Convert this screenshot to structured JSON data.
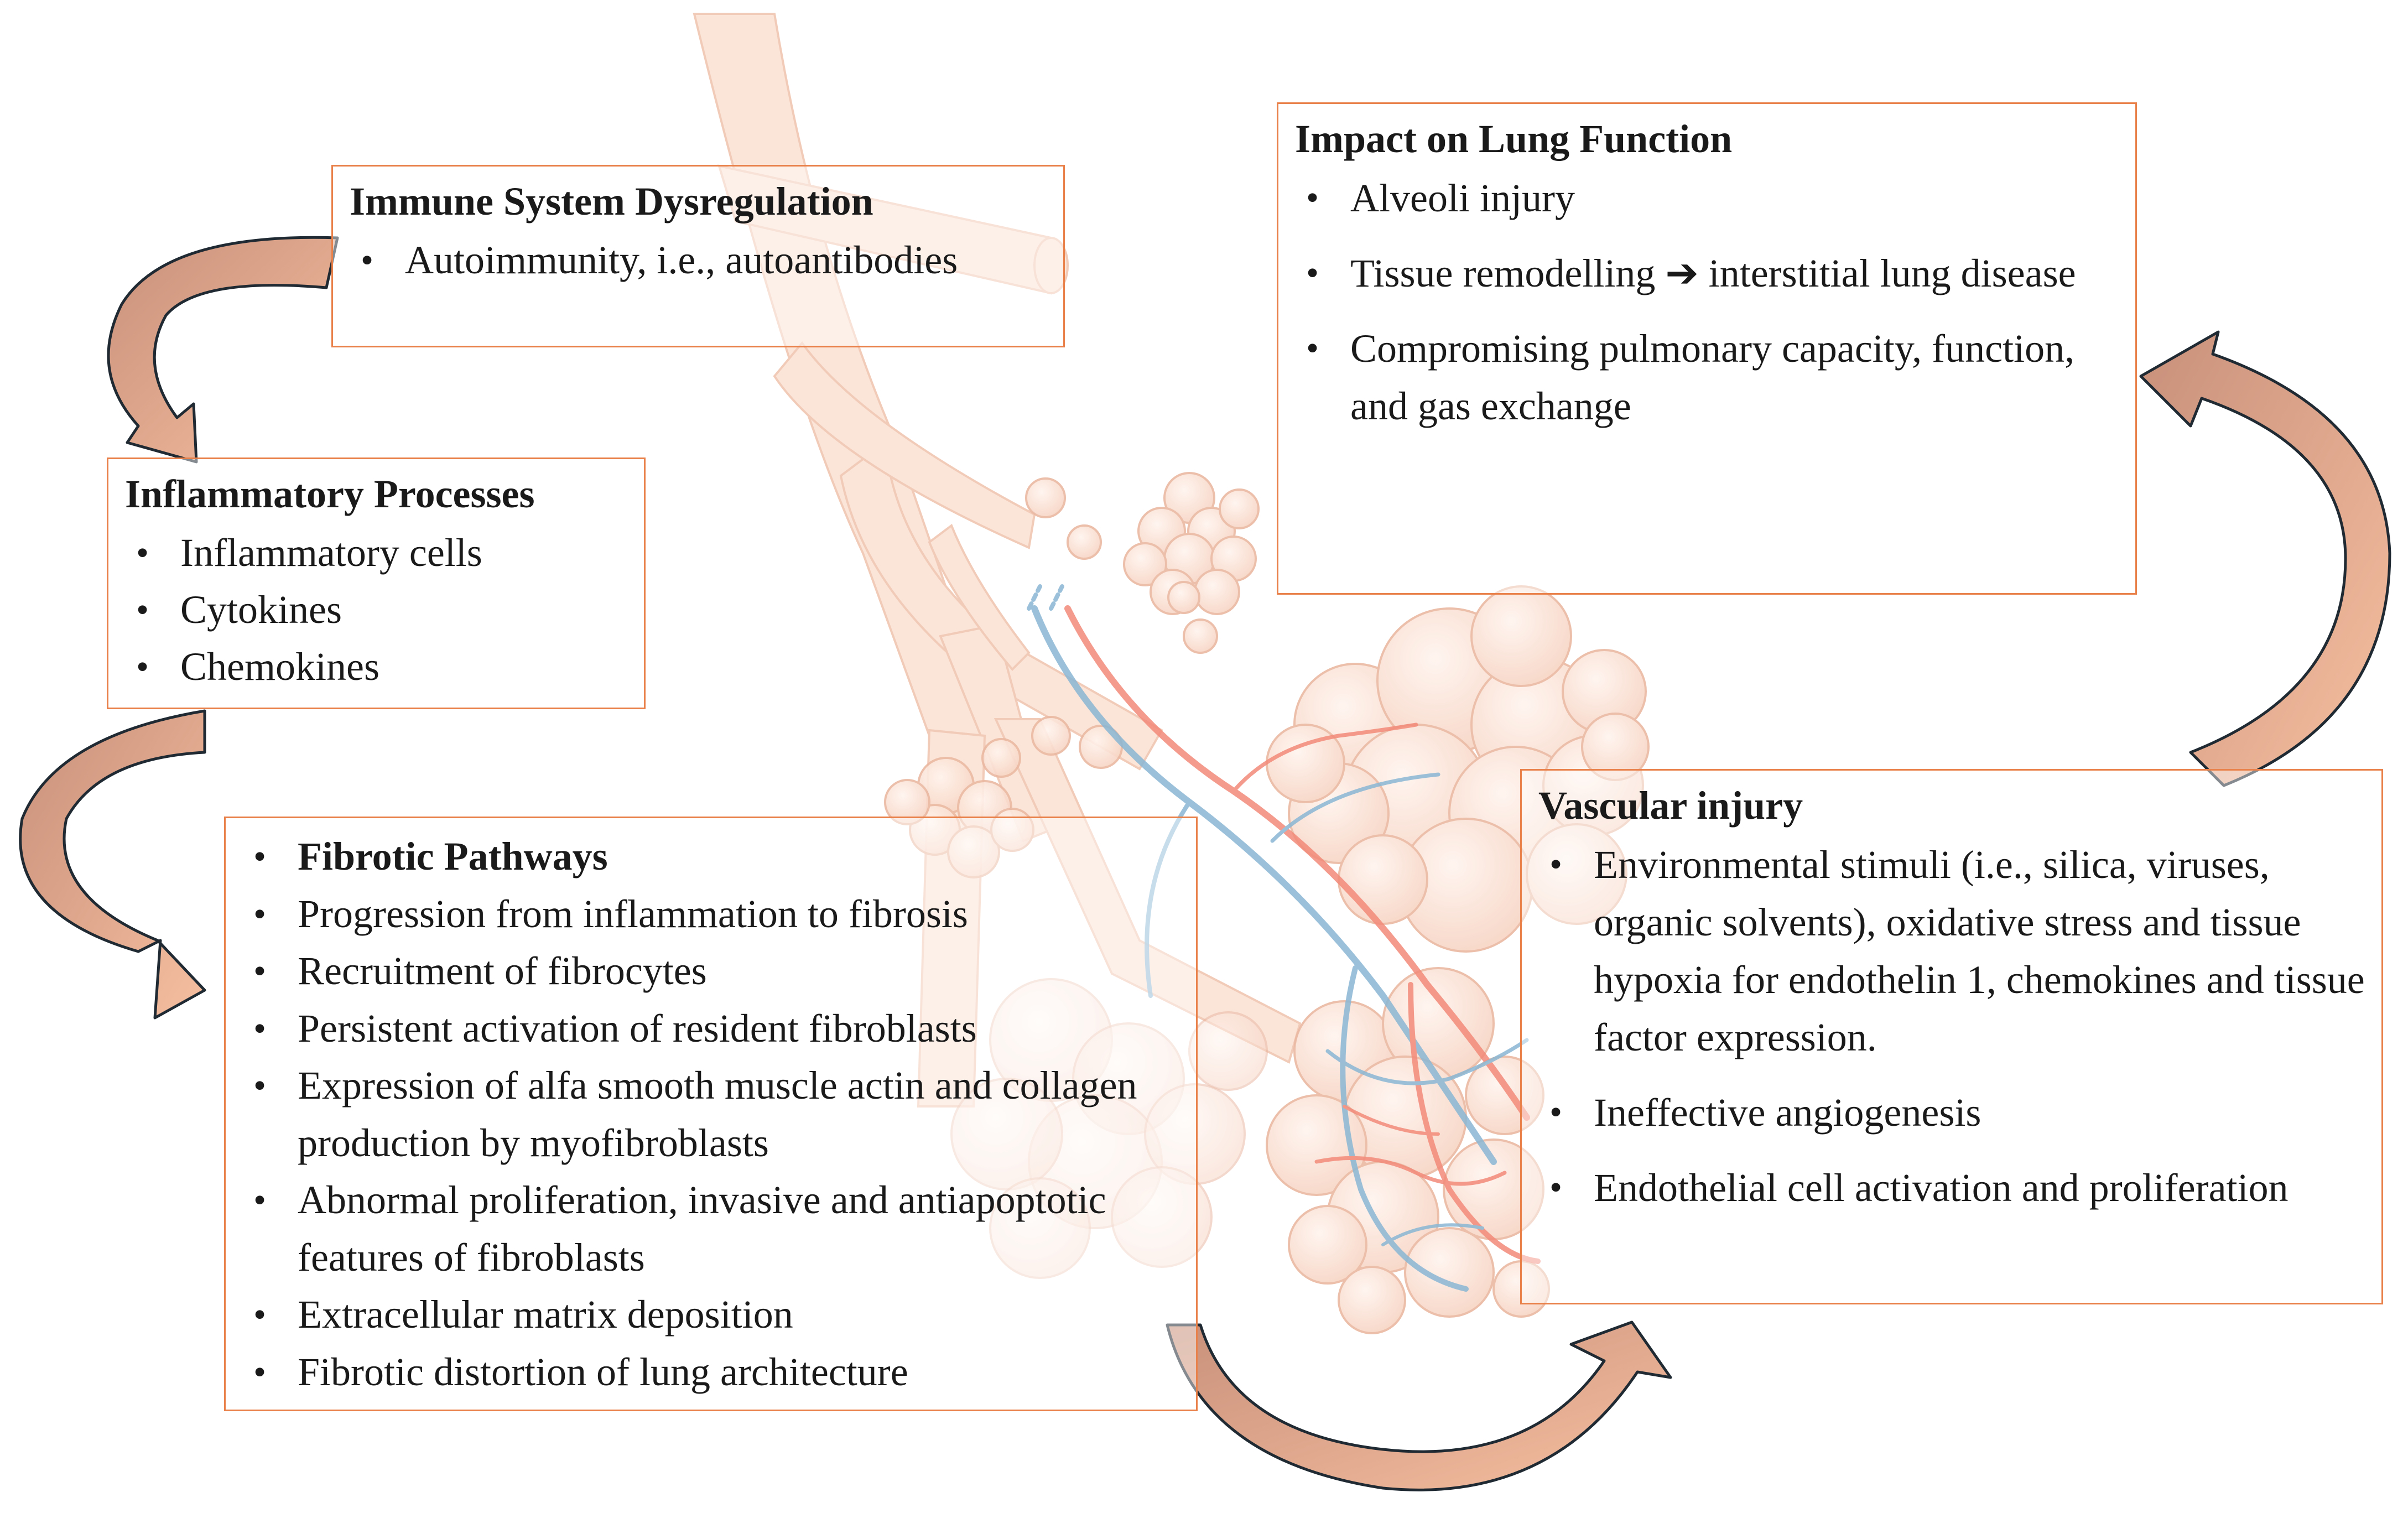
{
  "colors": {
    "box_border": "#e8824a",
    "arrow_fill_light": "#f6bfa0",
    "arrow_fill_dark": "#c8907a",
    "arrow_outline": "#1f2a33",
    "airway": "#f6c9b2",
    "artery": "#f28a7a",
    "vein": "#8ab7d4"
  },
  "boxes": {
    "immune": {
      "title": "Immune System Dysregulation",
      "items": [
        "Autoimmunity, i.e., autoantibodies"
      ]
    },
    "inflammatory": {
      "title": "Inflammatory Processes",
      "items": [
        "Inflammatory cells",
        "Cytokines",
        "Chemokines"
      ]
    },
    "fibrotic": {
      "title": "Fibrotic Pathways",
      "items": [
        "Progression from inflammation to fibrosis",
        "Recruitment of fibrocytes",
        "Persistent activation of resident fibroblasts",
        "Expression of alfa smooth muscle actin and collagen production by myofibroblasts",
        "Abnormal proliferation, invasive and antiapoptotic features of fibroblasts",
        "Extracellular matrix deposition",
        "Fibrotic distortion of lung architecture"
      ]
    },
    "vascular": {
      "title": "Vascular injury",
      "items": [
        "Environmental stimuli (i.e., silica, viruses, organic solvents), oxidative stress and tissue hypoxia for endothelin 1, chemokines and tissue factor expression.",
        "Ineffective angiogenesis",
        "Endothelial cell activation and proliferation"
      ]
    },
    "impact": {
      "title": "Impact on Lung Function",
      "items": [
        "Alveoli injury",
        "Tissue remodelling ➔ interstitial lung disease",
        "Compromising pulmonary capacity, function, and gas exchange"
      ]
    }
  }
}
